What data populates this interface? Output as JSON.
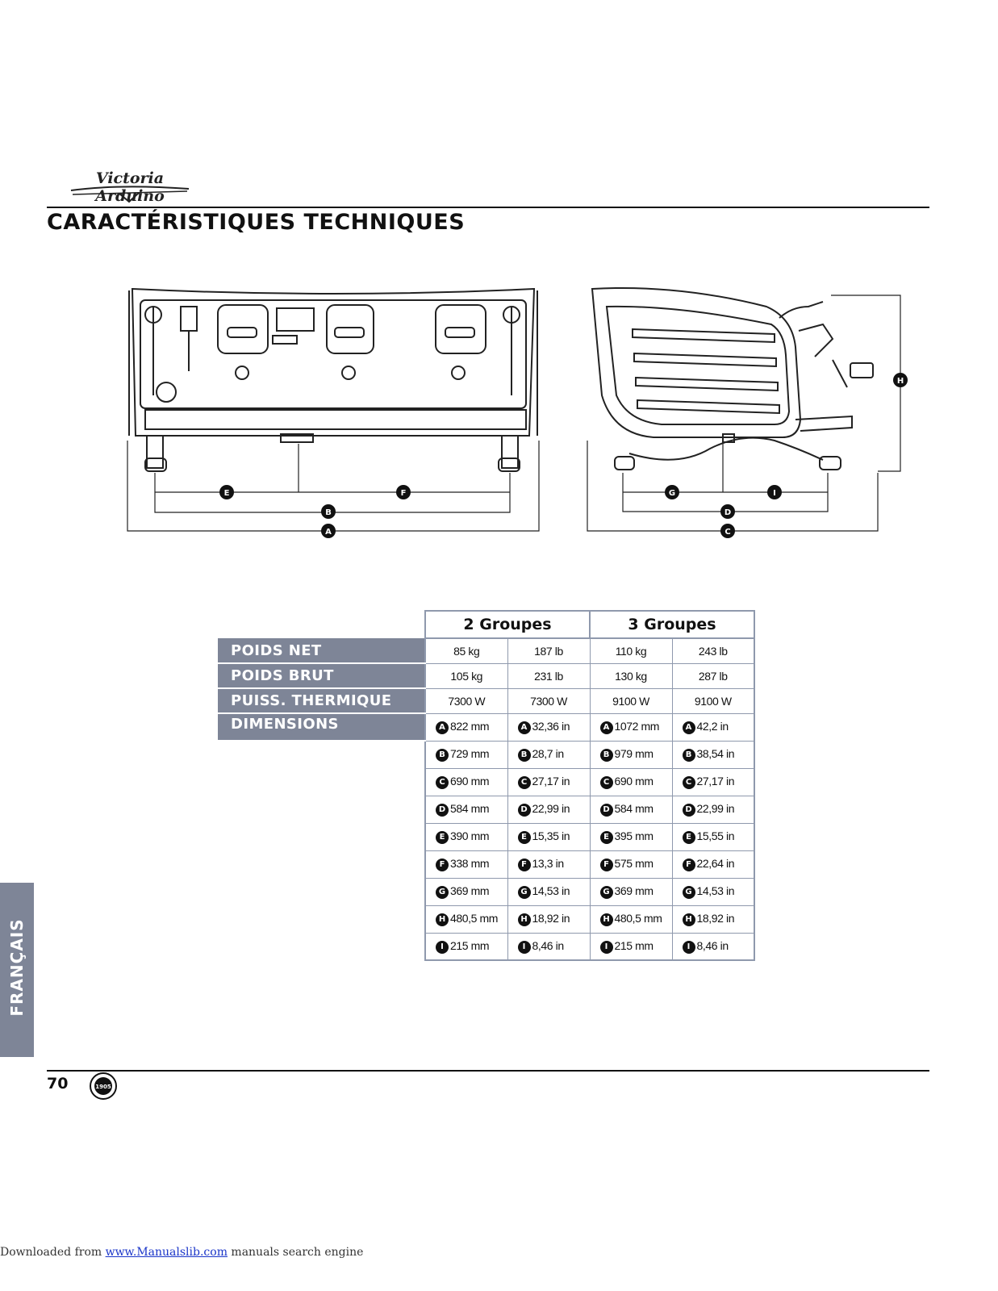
{
  "brand": {
    "logo_text": "Victoria Arduino"
  },
  "page_title": "CARACTÉRISTIQUES TECHNIQUES",
  "diagrams": {
    "front_labels": [
      "E",
      "F",
      "B",
      "A"
    ],
    "side_labels": [
      "G",
      "I",
      "D",
      "C",
      "H"
    ]
  },
  "specs": {
    "groups": [
      "2 Groupes",
      "3 Groupes"
    ],
    "rows": [
      {
        "label": "POIDS NET",
        "values": [
          "85 kg",
          "187 lb",
          "110 kg",
          "243 lb"
        ]
      },
      {
        "label": "POIDS BRUT",
        "values": [
          "105 kg",
          "231 lb",
          "130 kg",
          "287 lb"
        ]
      },
      {
        "label": "PUISS. THERMIQUE",
        "values": [
          "7300 W",
          "7300 W",
          "9100 W",
          "9100 W"
        ]
      }
    ],
    "dimensions_label": "DIMENSIONS",
    "dimensions": [
      {
        "letter": "A",
        "values": [
          "822 mm",
          "32,36 in",
          "1072 mm",
          "42,2 in"
        ]
      },
      {
        "letter": "B",
        "values": [
          "729 mm",
          "28,7 in",
          "979 mm",
          "38,54 in"
        ]
      },
      {
        "letter": "C",
        "values": [
          "690 mm",
          "27,17 in",
          "690 mm",
          "27,17 in"
        ]
      },
      {
        "letter": "D",
        "values": [
          "584 mm",
          "22,99 in",
          "584 mm",
          "22,99 in"
        ]
      },
      {
        "letter": "E",
        "values": [
          "390 mm",
          "15,35 in",
          "395 mm",
          "15,55 in"
        ]
      },
      {
        "letter": "F",
        "values": [
          "338 mm",
          "13,3 in",
          "575 mm",
          "22,64 in"
        ]
      },
      {
        "letter": "G",
        "values": [
          "369 mm",
          "14,53 in",
          "369 mm",
          "14,53 in"
        ]
      },
      {
        "letter": "H",
        "values": [
          "480,5 mm",
          "18,92 in",
          "480,5 mm",
          "18,92 in"
        ]
      },
      {
        "letter": "I",
        "values": [
          "215 mm",
          "8,46 in",
          "215 mm",
          "8,46 in"
        ]
      }
    ]
  },
  "language_tab": "FRANÇAIS",
  "page_number": "70",
  "seal_text": "1905",
  "download": {
    "prefix": "Downloaded from ",
    "link": "www.Manualslib.com",
    "suffix": " manuals search engine"
  }
}
